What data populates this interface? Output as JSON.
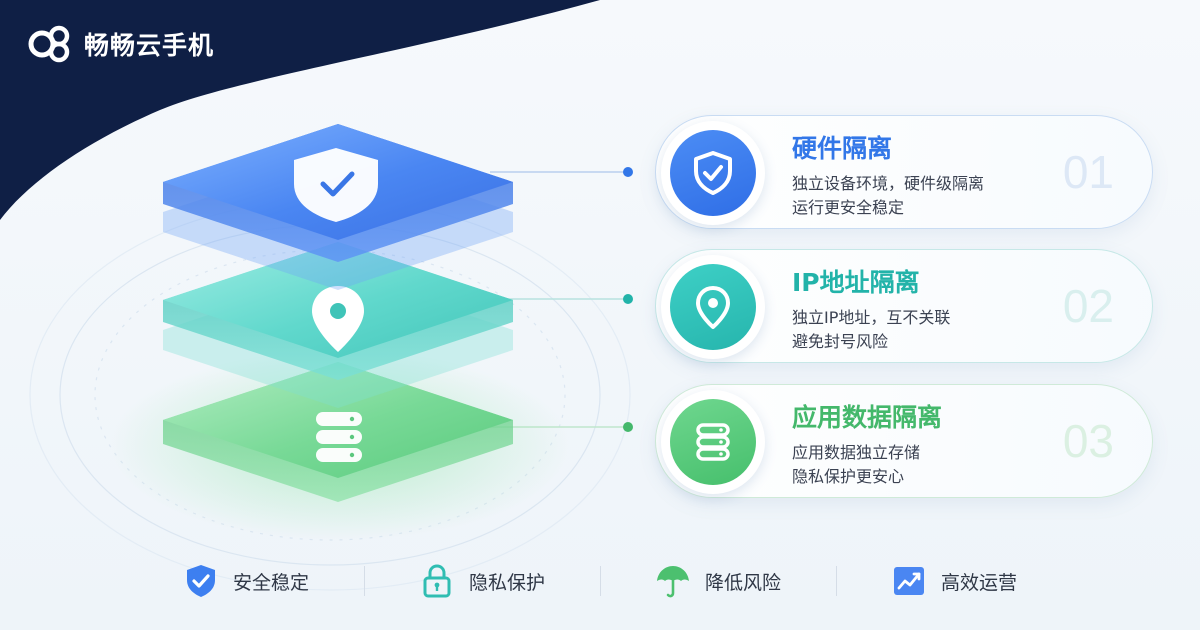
{
  "brand": {
    "name": "畅畅云手机",
    "logo": "brand-logo"
  },
  "colors": {
    "navy": "#0f1f45",
    "blue": "#3277e8",
    "teal": "#22b3a9",
    "green": "#44b86b"
  },
  "cards": [
    {
      "title": "硬件隔离",
      "desc": [
        "独立设备环境，硬件级隔离",
        "运行更安全稳定"
      ],
      "num": "01",
      "icon": "shield-check-icon"
    },
    {
      "title": "IP地址隔离",
      "desc": [
        "独立IP地址，互不关联",
        "避免封号风险"
      ],
      "num": "02",
      "icon": "location-pin-icon"
    },
    {
      "title": "应用数据隔离",
      "desc": [
        "应用数据独立存储",
        "隐私保护更安心"
      ],
      "num": "03",
      "icon": "database-icon"
    }
  ],
  "features": [
    {
      "label": "安全稳定",
      "icon": "shield-check-icon"
    },
    {
      "label": "隐私保护",
      "icon": "lock-icon"
    },
    {
      "label": "降低风险",
      "icon": "umbrella-icon"
    },
    {
      "label": "高效运营",
      "icon": "growth-chart-icon"
    }
  ]
}
